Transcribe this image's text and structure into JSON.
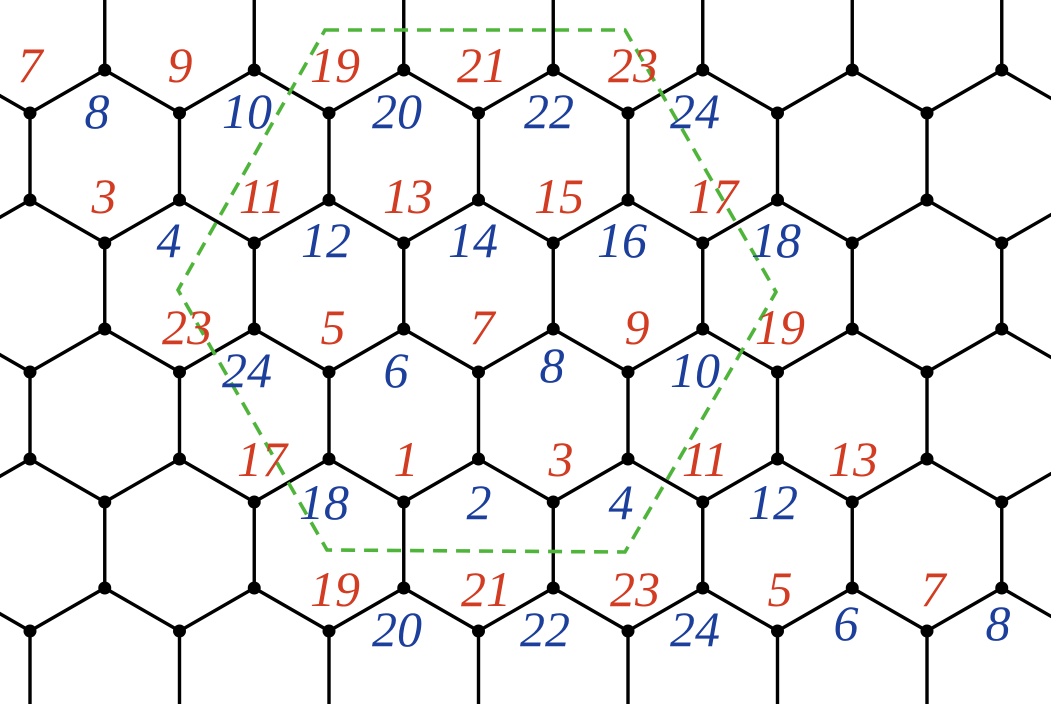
{
  "colors": {
    "line": "#000000",
    "vertex": "#000000",
    "sublattice_a": "#d23c22",
    "sublattice_b": "#1d3f9c",
    "unit_cell": "#4fb53a"
  },
  "labels": [
    {
      "text": "7",
      "sublattice": "a"
    },
    {
      "text": "8",
      "sublattice": "b"
    },
    {
      "text": "9",
      "sublattice": "a"
    },
    {
      "text": "10",
      "sublattice": "b"
    },
    {
      "text": "19",
      "sublattice": "a"
    },
    {
      "text": "20",
      "sublattice": "b"
    },
    {
      "text": "21",
      "sublattice": "a"
    },
    {
      "text": "22",
      "sublattice": "b"
    },
    {
      "text": "23",
      "sublattice": "a"
    },
    {
      "text": "24",
      "sublattice": "b"
    },
    {
      "text": "3",
      "sublattice": "a"
    },
    {
      "text": "4",
      "sublattice": "b"
    },
    {
      "text": "11",
      "sublattice": "a"
    },
    {
      "text": "12",
      "sublattice": "b"
    },
    {
      "text": "13",
      "sublattice": "a"
    },
    {
      "text": "14",
      "sublattice": "b"
    },
    {
      "text": "15",
      "sublattice": "a"
    },
    {
      "text": "16",
      "sublattice": "b"
    },
    {
      "text": "17",
      "sublattice": "a"
    },
    {
      "text": "18",
      "sublattice": "b"
    },
    {
      "text": "23",
      "sublattice": "a"
    },
    {
      "text": "24",
      "sublattice": "b"
    },
    {
      "text": "5",
      "sublattice": "a"
    },
    {
      "text": "6",
      "sublattice": "b"
    },
    {
      "text": "7",
      "sublattice": "a"
    },
    {
      "text": "8",
      "sublattice": "b"
    },
    {
      "text": "9",
      "sublattice": "a"
    },
    {
      "text": "10",
      "sublattice": "b"
    },
    {
      "text": "19",
      "sublattice": "a"
    },
    {
      "text": "17",
      "sublattice": "a"
    },
    {
      "text": "18",
      "sublattice": "b"
    },
    {
      "text": "1",
      "sublattice": "a"
    },
    {
      "text": "2",
      "sublattice": "b"
    },
    {
      "text": "3",
      "sublattice": "a"
    },
    {
      "text": "4",
      "sublattice": "b"
    },
    {
      "text": "11",
      "sublattice": "a"
    },
    {
      "text": "12",
      "sublattice": "b"
    },
    {
      "text": "13",
      "sublattice": "a"
    },
    {
      "text": "19",
      "sublattice": "a"
    },
    {
      "text": "20",
      "sublattice": "b"
    },
    {
      "text": "21",
      "sublattice": "a"
    },
    {
      "text": "22",
      "sublattice": "b"
    },
    {
      "text": "23",
      "sublattice": "a"
    },
    {
      "text": "24",
      "sublattice": "b"
    },
    {
      "text": "5",
      "sublattice": "a"
    },
    {
      "text": "6",
      "sublattice": "b"
    },
    {
      "text": "7",
      "sublattice": "a"
    },
    {
      "text": "8",
      "sublattice": "b"
    }
  ]
}
